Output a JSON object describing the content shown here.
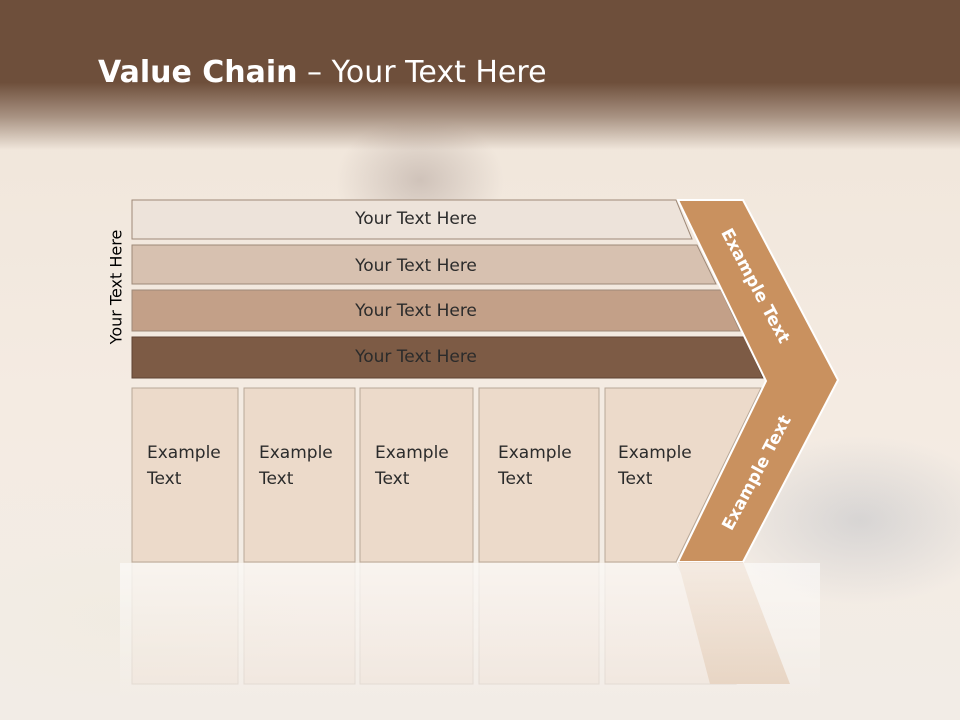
{
  "title": {
    "bold": "Value Chain",
    "rest": " – Your Text Here"
  },
  "side_label": "Your Text Here",
  "bands": [
    {
      "label": "Your Text Here",
      "color": "#ede3da"
    },
    {
      "label": "Your Text Here",
      "color": "#d7c1b0"
    },
    {
      "label": "Your Text Here",
      "color": "#c3a088"
    },
    {
      "label": "Your Text Here",
      "color": "#7d5b45"
    }
  ],
  "boxes": [
    {
      "line1": "Example",
      "line2": "Text"
    },
    {
      "line1": "Example",
      "line2": "Text"
    },
    {
      "line1": "Example",
      "line2": "Text"
    },
    {
      "line1": "Example",
      "line2": "Text"
    },
    {
      "line1": "Example",
      "line2": "Text"
    }
  ],
  "arrow": {
    "upper_label": "Example Text",
    "lower_label": "Example Text",
    "color": "#c9915f"
  },
  "colors": {
    "header": "#6e4f3b",
    "box_fill": "#ecdaca",
    "box_border": "#b9a898"
  }
}
